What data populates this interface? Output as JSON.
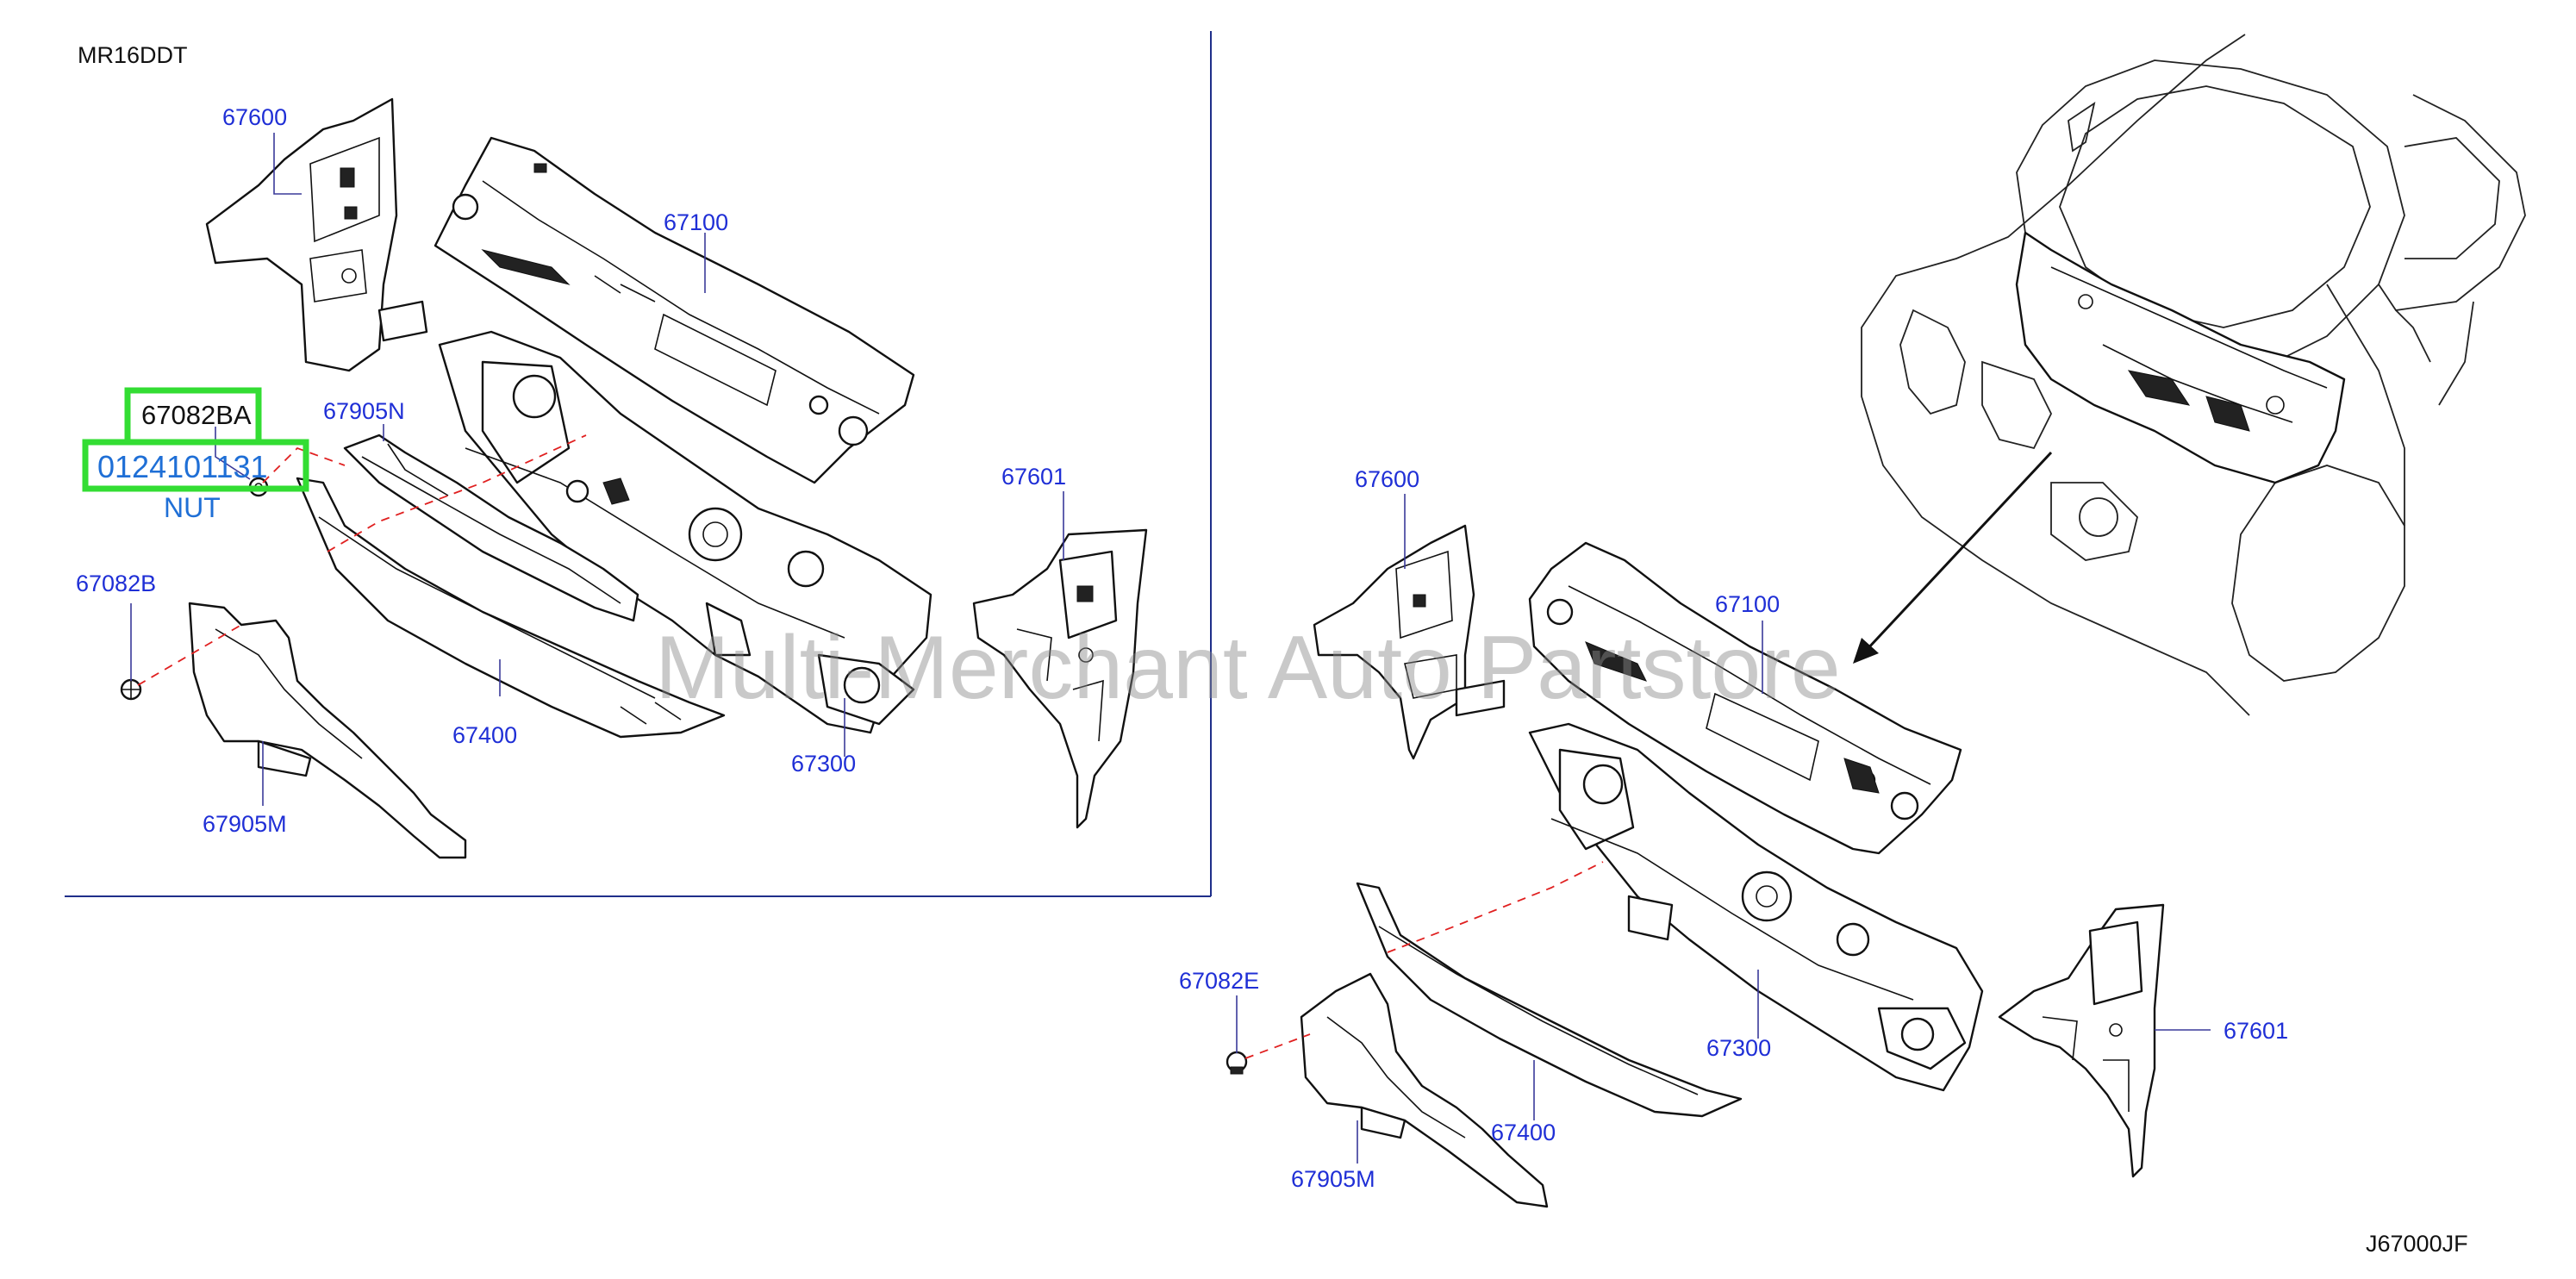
{
  "engine_label": "MR16DDT",
  "diagram_code": "J67000JF",
  "watermark": "Multi-Merchant Auto Partstore",
  "highlight": {
    "part_label": "67082BA",
    "part_number": "0124101131",
    "description": "NUT",
    "color": "#33dd33"
  },
  "left_group_labels": {
    "p67600": "67600",
    "p67100": "67100",
    "p67905N": "67905N",
    "p67601": "67601",
    "p67082B": "67082B",
    "p67400": "67400",
    "p67300": "67300",
    "p67905M": "67905M"
  },
  "right_group_labels": {
    "p67600": "67600",
    "p67100": "67100",
    "p67601": "67601",
    "p67082E": "67082E",
    "p67300": "67300",
    "p67400": "67400",
    "p67905M": "67905M"
  },
  "colors": {
    "label_blue": "#1f2fd6",
    "highlight_text": "#1f6fd6",
    "frame": "#1f2f8a",
    "dashed_leader": "#e02020"
  }
}
